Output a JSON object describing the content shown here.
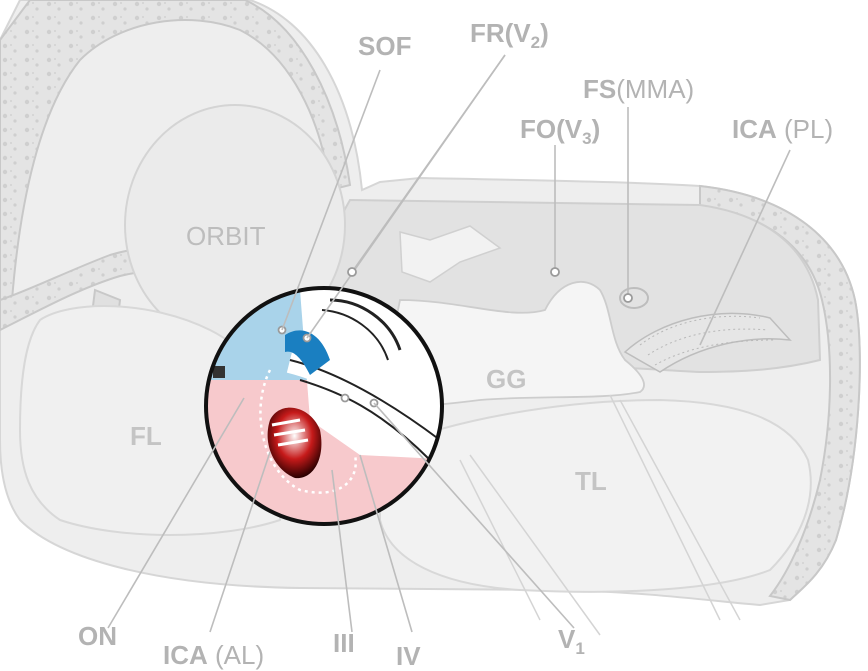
{
  "labels": {
    "sof": "SOF",
    "fr_main": "FR(V",
    "fr_sub": "2",
    "fr_close": ")",
    "fs_bold": "FS",
    "fs_rest": "(MMA)",
    "fo_main": "FO(V",
    "fo_sub": "3",
    "fo_close": ")",
    "ica_pl_bold": "ICA",
    "ica_pl_rest": " (PL)",
    "orbit": "ORBIT",
    "gg": "GG",
    "fl": "FL",
    "tl": "TL",
    "on": "ON",
    "ica_al_bold": "ICA",
    "ica_al_rest": " (AL)",
    "iii": "III",
    "iv": "IV",
    "v1_main": "V",
    "v1_sub": "1"
  },
  "colors": {
    "bone": "#ececec",
    "bone_dark": "#d8d8d8",
    "label": "#b3b3b3",
    "csf_blue": "#a9d3ea",
    "dura_pink": "#f7c9cc",
    "ica_red": "#c61a1a",
    "nerve_blue": "#1a7fc1"
  }
}
